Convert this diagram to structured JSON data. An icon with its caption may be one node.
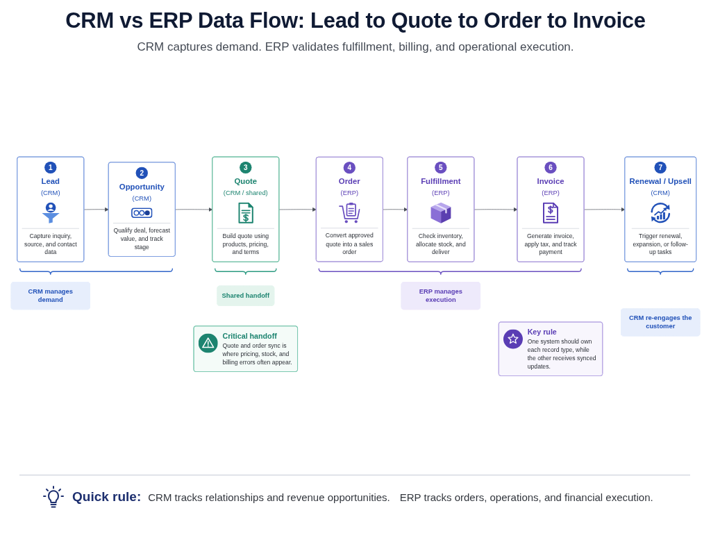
{
  "diagram": {
    "title": "CRM vs ERP Data Flow: Lead to Quote to Order to Invoice",
    "nodes": [
      {
        "text": [
          "1",
          "Lead",
          "(CRM)",
          "Capture inquiry, source, and contact data"
        ]
      },
      {
        "text": [
          "2",
          "Opportunity",
          "(CRM)",
          "Qualify deal, forecast value, and track stage"
        ]
      },
      {
        "text": [
          "3",
          "Quote",
          "(CRM / shared)",
          "Build quote using products, pricing, and terms"
        ]
      },
      {
        "text": [
          "4",
          "Order",
          "(ERP)",
          "Convert approved quote into a sales order"
        ]
      },
      {
        "text": [
          "5",
          "Fulfillment",
          "(ERP)",
          "Check inventory, allocate stock, and deliver"
        ]
      },
      {
        "text": [
          "6",
          "Invoice",
          "(ERP)",
          "Generate invoice, apply tax, and track payment"
        ]
      },
      {
        "text": [
          "7",
          "Renewal / Upsell",
          "(CRM)",
          "Trigger renewal, expansion, or follow-up tasks"
        ]
      },
      {
        "text": [
          "CRM manages demand"
        ]
      },
      {
        "text": [
          "Shared handoff"
        ]
      },
      {
        "text": [
          "ERP manages execution"
        ]
      },
      {
        "text": [
          "CRM re-engages the customer"
        ]
      },
      {
        "text": [
          "Critical handoff",
          "Quote and order sync is where pricing, stock, and billing errors often appear."
        ]
      },
      {
        "text": [
          "Key rule",
          "One system should own each record type, while the other receives synced updates."
        ]
      }
    ],
    "edges": [
      {
        "from": 0,
        "to": 1,
        "arrow": "to"
      },
      {
        "from": 1,
        "to": 2,
        "arrow": "to"
      },
      {
        "from": 2,
        "to": 3,
        "arrow": "to"
      },
      {
        "from": 3,
        "to": 4,
        "arrow": "to"
      },
      {
        "from": 4,
        "to": 5,
        "arrow": "to"
      },
      {
        "from": 5,
        "to": 6,
        "arrow": "to"
      }
    ],
    "labels": [
      "CRM captures demand. ERP validates fulfillment, billing, and operational execution.",
      "Quick rule:",
      "CRM tracks relationships and revenue opportunities.",
      "ERP tracks orders, operations, and financial execution."
    ]
  }
}
